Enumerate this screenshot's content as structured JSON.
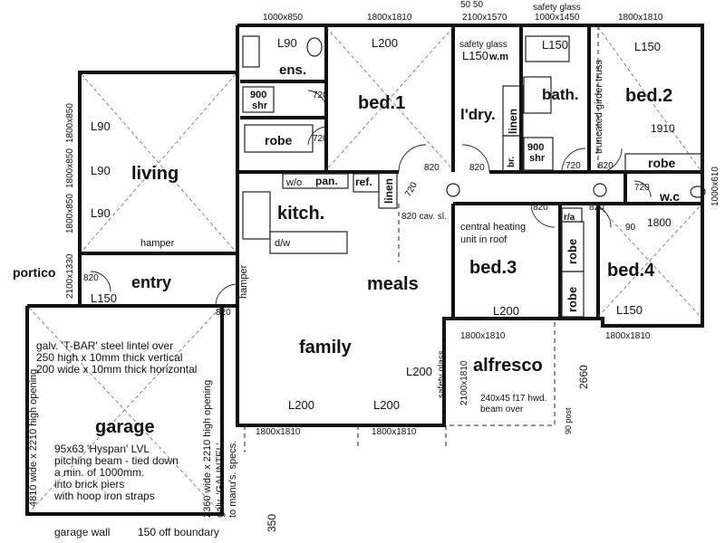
{
  "rooms": {
    "bed1": "bed.1",
    "bed2": "bed.2",
    "bed3": "bed.3",
    "bed4": "bed.4",
    "living": "living",
    "kitch": "kitch.",
    "meals": "meals",
    "family": "family",
    "entry": "entry",
    "garage": "garage",
    "alfresco": "alfresco",
    "ens": "ens.",
    "bath": "bath.",
    "ldry": "l'dry.",
    "wc": "w.c",
    "portico": "portico"
  },
  "fixtures": {
    "robe": "robe",
    "linen": "linen",
    "pan": "pan.",
    "ref": "ref.",
    "wo": "w/o",
    "dw": "d/w",
    "wm": "w.m",
    "br": "br.",
    "ra": "r/a",
    "shr900": "900",
    "shr_label": "shr",
    "hamper": "hamper"
  },
  "dimensions": {
    "w1000x850": "1000x850",
    "w1800x1810": "1800x1810",
    "w2100x1570": "2100x1570",
    "w1000x1450": "1000x1450",
    "w1800x850": "1800x850",
    "w2100x1330": "2100x1330",
    "w2100x1810": "2100x1810",
    "d820": "820",
    "d720": "720",
    "l200": "L200",
    "l150": "L150",
    "l90": "L90",
    "d1910": "1910",
    "d1800": "1800",
    "d90": "90",
    "d2660": "2660",
    "d350": "350",
    "d1000x610": "1000x610",
    "top_dims": "50   50"
  },
  "notes": {
    "safety_glass": "safety glass",
    "central_heating_1": "central heating",
    "central_heating_2": "unit in roof",
    "cav_sl": "820 cav. sl.",
    "truss": "truncated girder truss",
    "beam_1": "240x45 f17 hwd.",
    "beam_2": "beam over",
    "post": "90 post",
    "tbar_1": "galv. 'T-BAR' steel lintel over",
    "tbar_2": "250 high x 10mm thick vertical",
    "tbar_3": "200 wide x 10mm thick horizontal",
    "lvl_1": "95x63 'Hyspan' LVL",
    "lvl_2": "pitching beam - tied down",
    "lvl_3": "a min. of 1000mm.",
    "lvl_4": "into brick piers",
    "lvl_5": "with hoop iron straps",
    "opening_left": "4810 wide x 2210 high opening",
    "opening_right_1": "2360 wide x 2210 high opening",
    "opening_right_2": "galv. 'GALINTEL'",
    "opening_right_3": "to manu's. specs.",
    "garage_wall": "garage wall",
    "boundary": "150 off boundary"
  }
}
